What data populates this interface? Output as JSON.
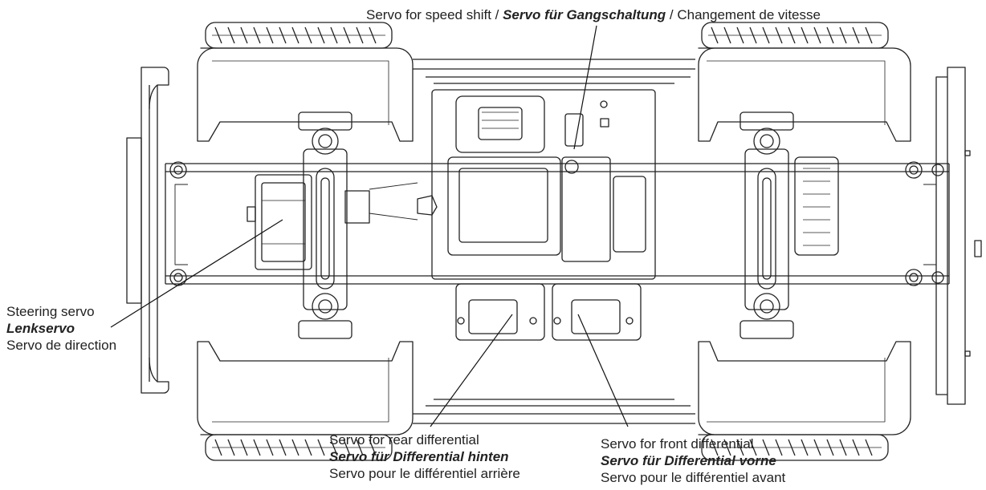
{
  "labels": {
    "speed_shift": {
      "en": "Servo for speed shift / ",
      "de": "Servo für Gangschaltung",
      "fr": " / Changement de vitesse"
    },
    "steering": {
      "en": "Steering servo",
      "de": "Lenkservo",
      "fr": "Servo de direction"
    },
    "rear_diff": {
      "en": "Servo for rear differential",
      "de": "Servo für Differential hinten",
      "fr": "Servo pour le différentiel arrière"
    },
    "front_diff": {
      "en": "Servo for front differential",
      "de": "Servo für Differential vorne",
      "fr": "Servo pour le différentiel avant"
    }
  }
}
